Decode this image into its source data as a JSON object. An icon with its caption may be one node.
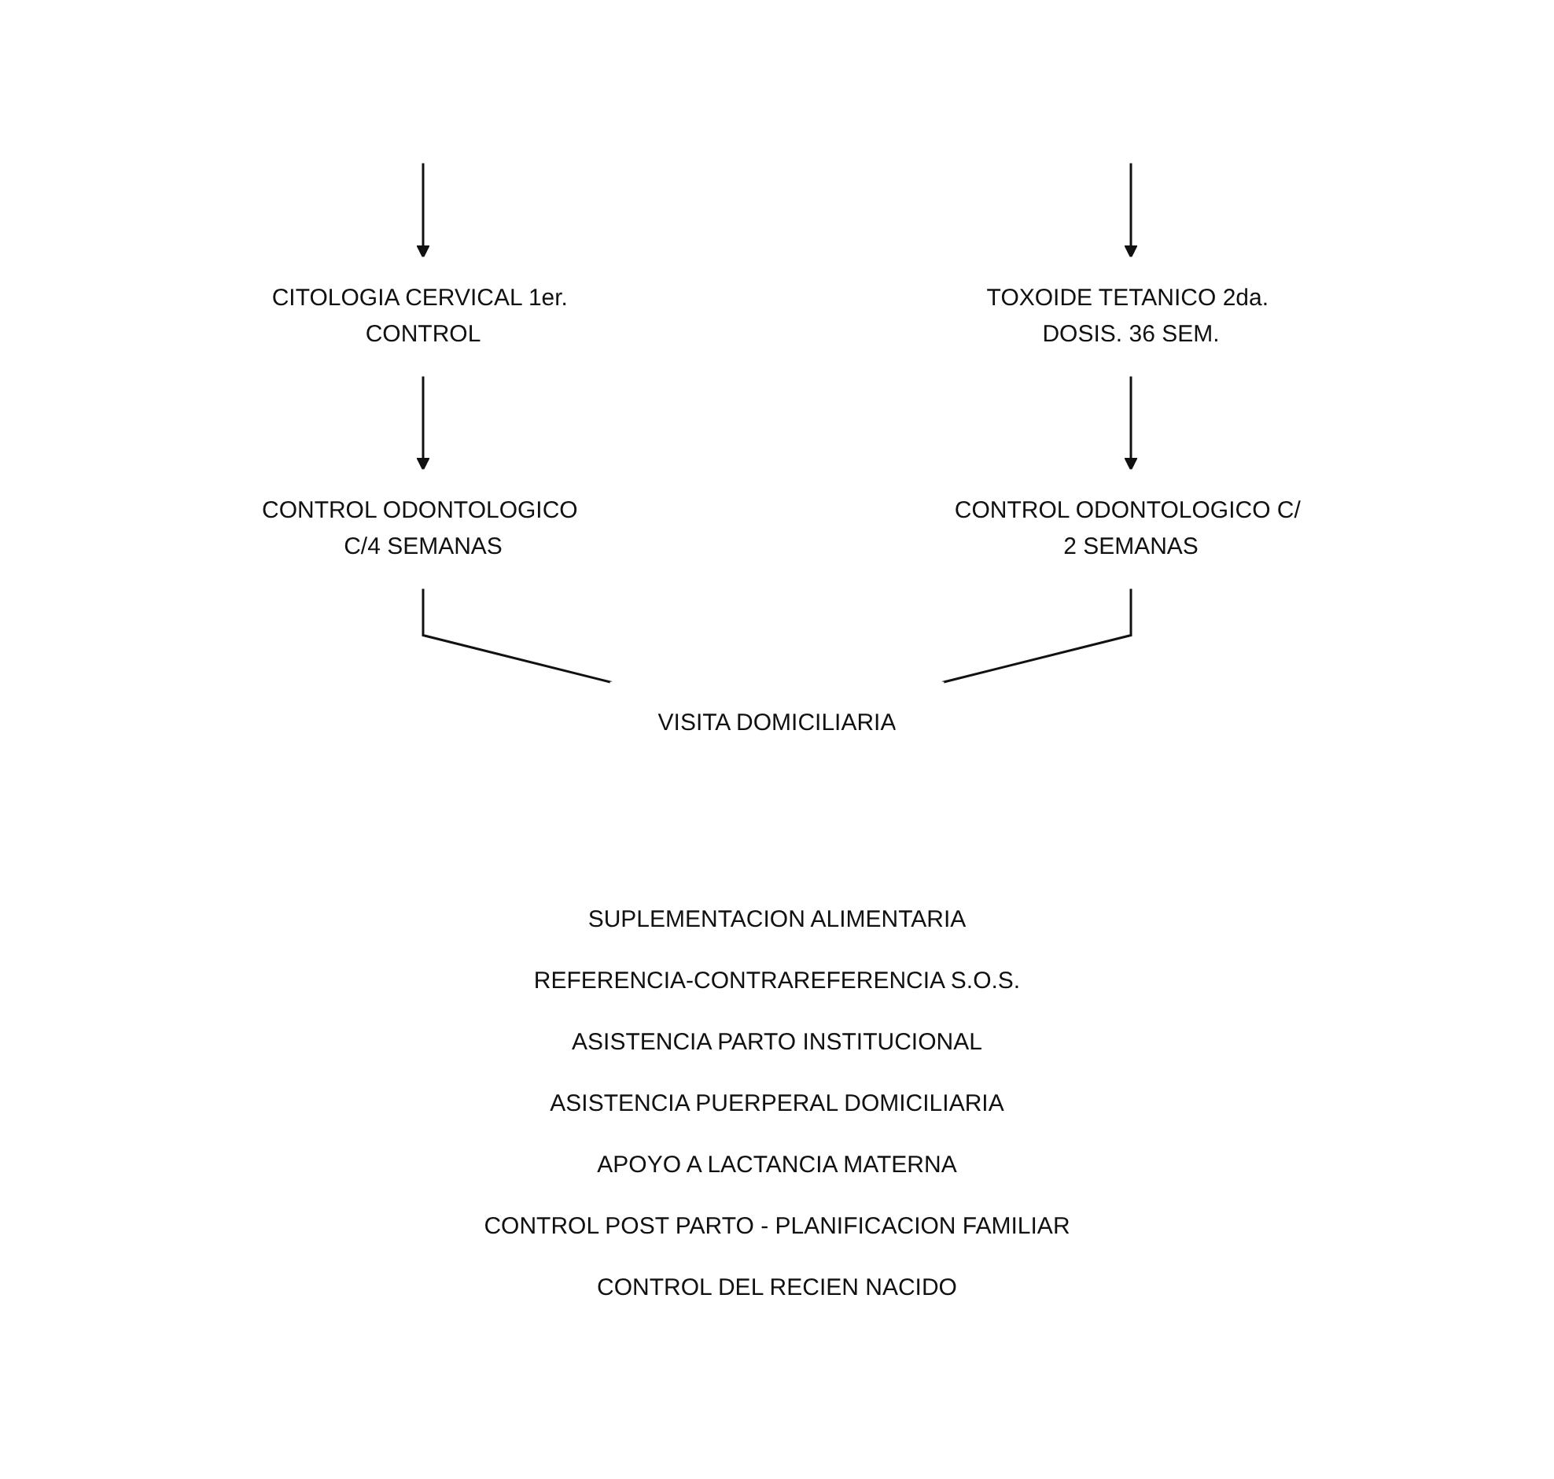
{
  "diagram": {
    "nodes": [
      {
        "text": [
          "CITOLOGIA CERVICAL 1er. CONTROL"
        ]
      },
      {
        "text": [
          "TOXOIDE TETANICO 2da. DOSIS. 36 SEM."
        ]
      },
      {
        "text": [
          "CONTROL ODONTOLOGICO C/4 SEMANAS"
        ]
      },
      {
        "text": [
          "CONTROL ODONTOLOGICO C/ 2 SEMANAS"
        ]
      },
      {
        "text": [
          "VISITA DOMICILIARIA"
        ]
      }
    ],
    "edges": [
      {
        "from": null,
        "to": 0,
        "arrow": "to"
      },
      {
        "from": null,
        "to": 1,
        "arrow": "to"
      },
      {
        "from": 0,
        "to": 2,
        "arrow": "to"
      },
      {
        "from": 1,
        "to": 3,
        "arrow": "to"
      },
      {
        "from": 2,
        "to": 4,
        "arrow": "none"
      },
      {
        "from": 3,
        "to": 4,
        "arrow": "none"
      }
    ],
    "labels": [
      "SUPLEMENTACION ALIMENTARIA",
      "REFERENCIA-CONTRAREFERENCIA S.O.S.",
      "ASISTENCIA PARTO INSTITUCIONAL",
      "ASISTENCIA PUERPERAL DOMICILIARIA",
      "APOYO A LACTANCIA MATERNA",
      "CONTROL POST PARTO - PLANIFICACION FAMILIAR",
      "CONTROL DEL RECIEN NACIDO"
    ]
  }
}
